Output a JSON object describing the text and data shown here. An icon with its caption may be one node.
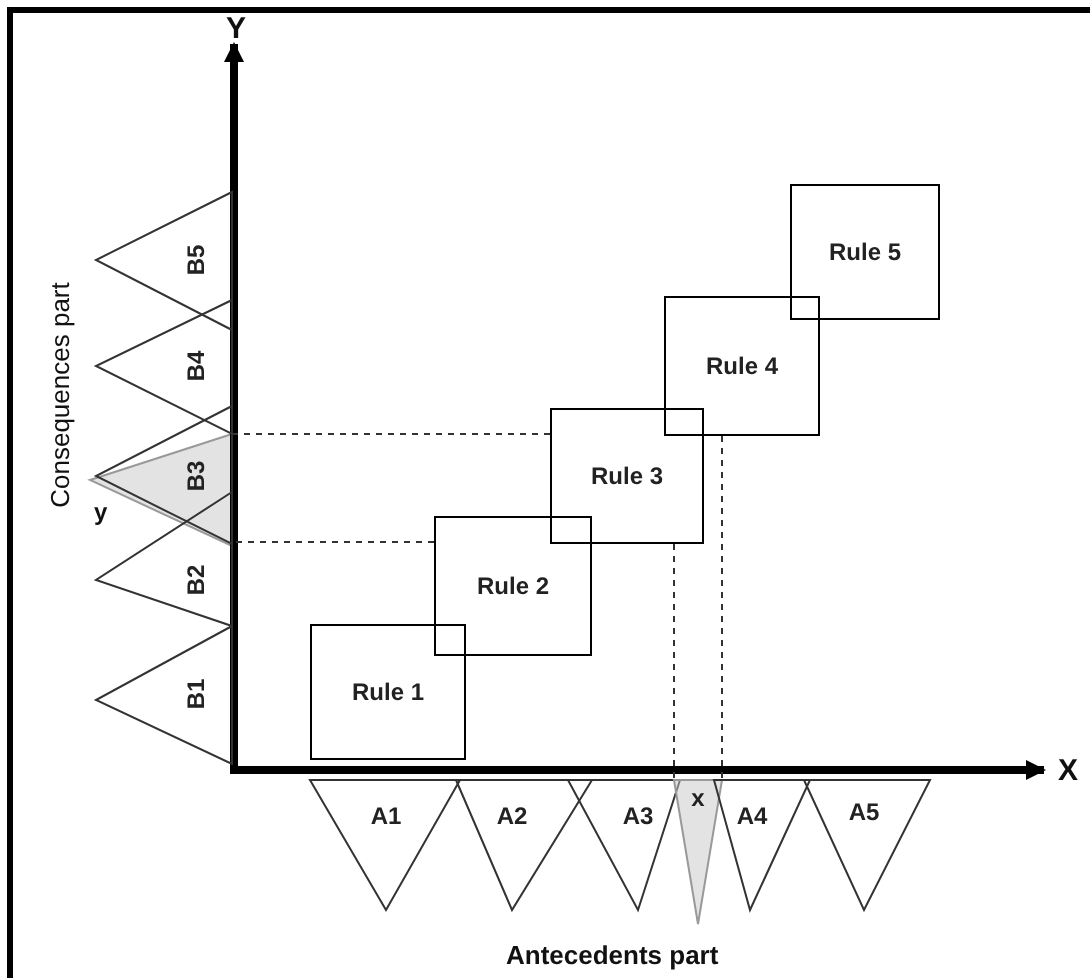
{
  "diagram": {
    "nodes": [
      {
        "text": [
          "Rule 1"
        ]
      },
      {
        "text": [
          "Rule 2"
        ]
      },
      {
        "text": [
          "Rule 3"
        ]
      },
      {
        "text": [
          "Rule 4"
        ]
      },
      {
        "text": [
          "Rule 5"
        ]
      },
      {
        "text": [
          "B5"
        ]
      },
      {
        "text": [
          "B4"
        ]
      },
      {
        "text": [
          "B3"
        ]
      },
      {
        "text": [
          "B2"
        ]
      },
      {
        "text": [
          "B1"
        ]
      },
      {
        "text": [
          "A1"
        ]
      },
      {
        "text": [
          "A2"
        ]
      },
      {
        "text": [
          "A3"
        ]
      },
      {
        "text": [
          "x"
        ]
      },
      {
        "text": [
          "A4"
        ]
      },
      {
        "text": [
          "A5"
        ]
      }
    ],
    "edges": [
      {
        "from": 2,
        "to": 7,
        "arrow": "none",
        "style": "dashed"
      },
      {
        "from": 1,
        "to": 7,
        "arrow": "none",
        "style": "dashed"
      },
      {
        "from": 2,
        "to": 13,
        "arrow": "none",
        "style": "dashed"
      },
      {
        "from": 3,
        "to": 13,
        "arrow": "none",
        "style": "dashed"
      }
    ],
    "labels": [
      "Y",
      "Consequences part",
      "y",
      "X",
      "Antecedents part"
    ]
  }
}
